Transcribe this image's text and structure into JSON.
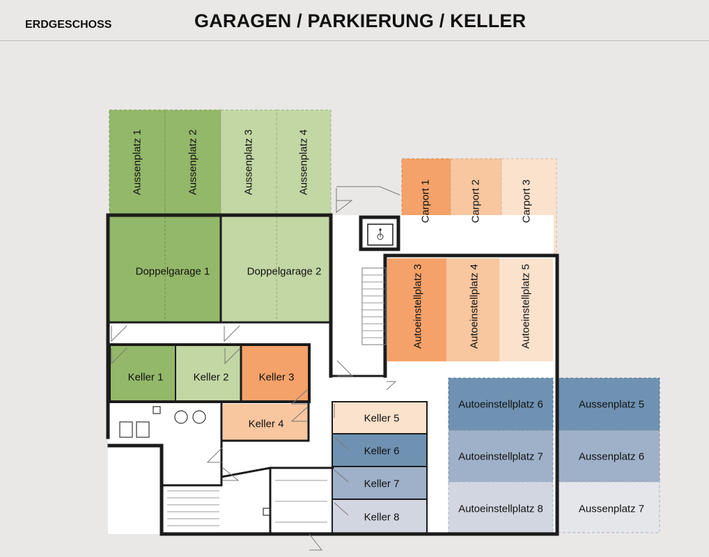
{
  "header": {
    "floor": "ERDGESCHOSS",
    "title": "GARAGEN / PARKIERUNG / KELLER"
  },
  "colors": {
    "background": "#e9e8e7",
    "green_dark": "#93b869",
    "green_light": "#c3d7a4",
    "orange_dark": "#f5a26a",
    "orange_mid": "#f8c69f",
    "orange_light": "#fbe2cc",
    "blue_dark": "#6f92b2",
    "blue_mid": "#9fb1c8",
    "blue_light": "#d2d6e0",
    "wall": "#1b1b1b"
  },
  "plan": {
    "aussenplatz_north": [
      "Aussenplatz 1",
      "Aussenplatz 2",
      "Aussenplatz 3",
      "Aussenplatz 4"
    ],
    "carports": [
      "Carport 1",
      "Carport 2",
      "Carport 3"
    ],
    "doppelgaragen": [
      "Doppelgarage 1",
      "Doppelgarage 2"
    ],
    "autoeinstellplatz_vertical": [
      "Autoeinstellplatz 3",
      "Autoeinstellplatz 4",
      "Autoeinstellplatz 5"
    ],
    "keller_west": [
      "Keller 1",
      "Keller 2",
      "Keller 3",
      "Keller 4"
    ],
    "keller_east": [
      "Keller 5",
      "Keller 6",
      "Keller 7",
      "Keller 8"
    ],
    "autoeinstellplatz_horizontal": [
      "Autoeinstellplatz 6",
      "Autoeinstellplatz 7",
      "Autoeinstellplatz 8"
    ],
    "aussenplatz_east": [
      "Aussenplatz 5",
      "Aussenplatz 6",
      "Aussenplatz 7"
    ]
  },
  "icons": {
    "lift": "wheelchair-icon",
    "stairs": "stairs-icon"
  }
}
